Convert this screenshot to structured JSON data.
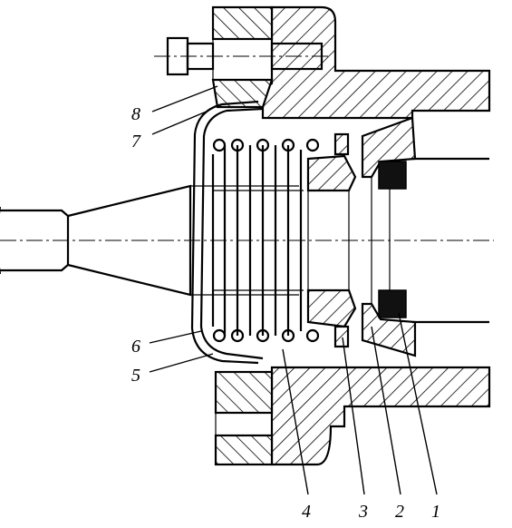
{
  "callouts": [
    {
      "id": "1",
      "text": "1"
    },
    {
      "id": "2",
      "text": "2"
    },
    {
      "id": "3",
      "text": "3"
    },
    {
      "id": "4",
      "text": "4"
    },
    {
      "id": "5",
      "text": "5"
    },
    {
      "id": "6",
      "text": "6"
    },
    {
      "id": "7",
      "text": "7"
    },
    {
      "id": "8",
      "text": "8"
    }
  ],
  "colors": {
    "ink": "#000000",
    "paper": "#ffffff",
    "seal_fill": "#111111"
  }
}
